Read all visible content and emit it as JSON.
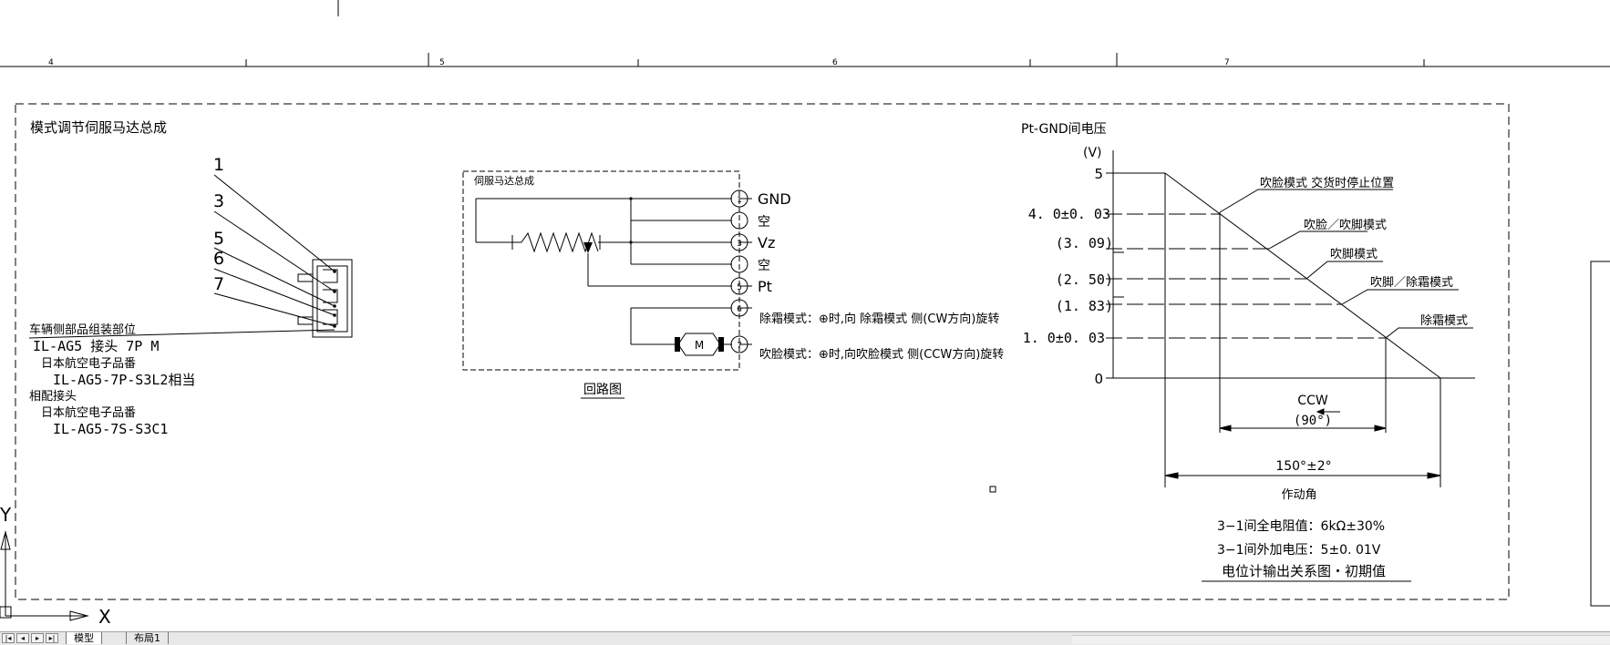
{
  "ruler": {
    "numbers": [
      "4",
      "5",
      "6",
      "7"
    ]
  },
  "connector": {
    "title": "模式调节伺服马达总成",
    "pins": [
      "1",
      "3",
      "5",
      "6",
      "7"
    ],
    "vehicle_side_label": "车辆侧部品组装部位",
    "connector_part": "IL-AG5  接头  7P  M",
    "maker1": "日本航空电子品番",
    "part1": "IL-AG5-7P-S3L2相当",
    "mating_label": "相配接头",
    "maker2": "日本航空电子品番",
    "part2": "IL-AG5-7S-S3C1"
  },
  "circuit": {
    "box_label": "伺服马达总成",
    "pin_numbers": [
      "1",
      "2",
      "3",
      "4",
      "5",
      "6",
      "7"
    ],
    "pin_labels": [
      "GND",
      "空",
      "Vz",
      "空",
      "Pt"
    ],
    "motor_label": "M",
    "note_defrost": "除霜模式：⊕时,向 除霜模式 侧(CW方向)旋转",
    "note_face": "吹脸模式：⊕时,向吹脸模式 侧(CCW方向)旋转",
    "caption": "回路图"
  },
  "graph": {
    "title": "Pt-GND间电压",
    "y_unit": "(V)",
    "y_labels": [
      "5",
      "4. 0±0. 03",
      "(3. 09)",
      "(2. 50)",
      "(1. 83)",
      "1. 0±0. 03",
      "0"
    ],
    "annotations": [
      "吹脸模式 交货时停止位置",
      "吹脸／吹脚模式",
      "吹脚模式",
      "吹脚／除霜模式",
      "除霜模式"
    ],
    "ccw_label": "CCW",
    "ccw_angle": "(90°)",
    "range_label": "150°±2°",
    "angle_label": "作动角",
    "spec1": "3−1间全电阻值：6kΩ±30%",
    "spec2": "3−1间外加电压：5±0. 01V",
    "caption": "电位计输出关系图・初期值"
  },
  "ucs": {
    "x": "X",
    "y": "Y"
  },
  "layout_tabs": {
    "model": "模型",
    "layout1": "布局1"
  }
}
